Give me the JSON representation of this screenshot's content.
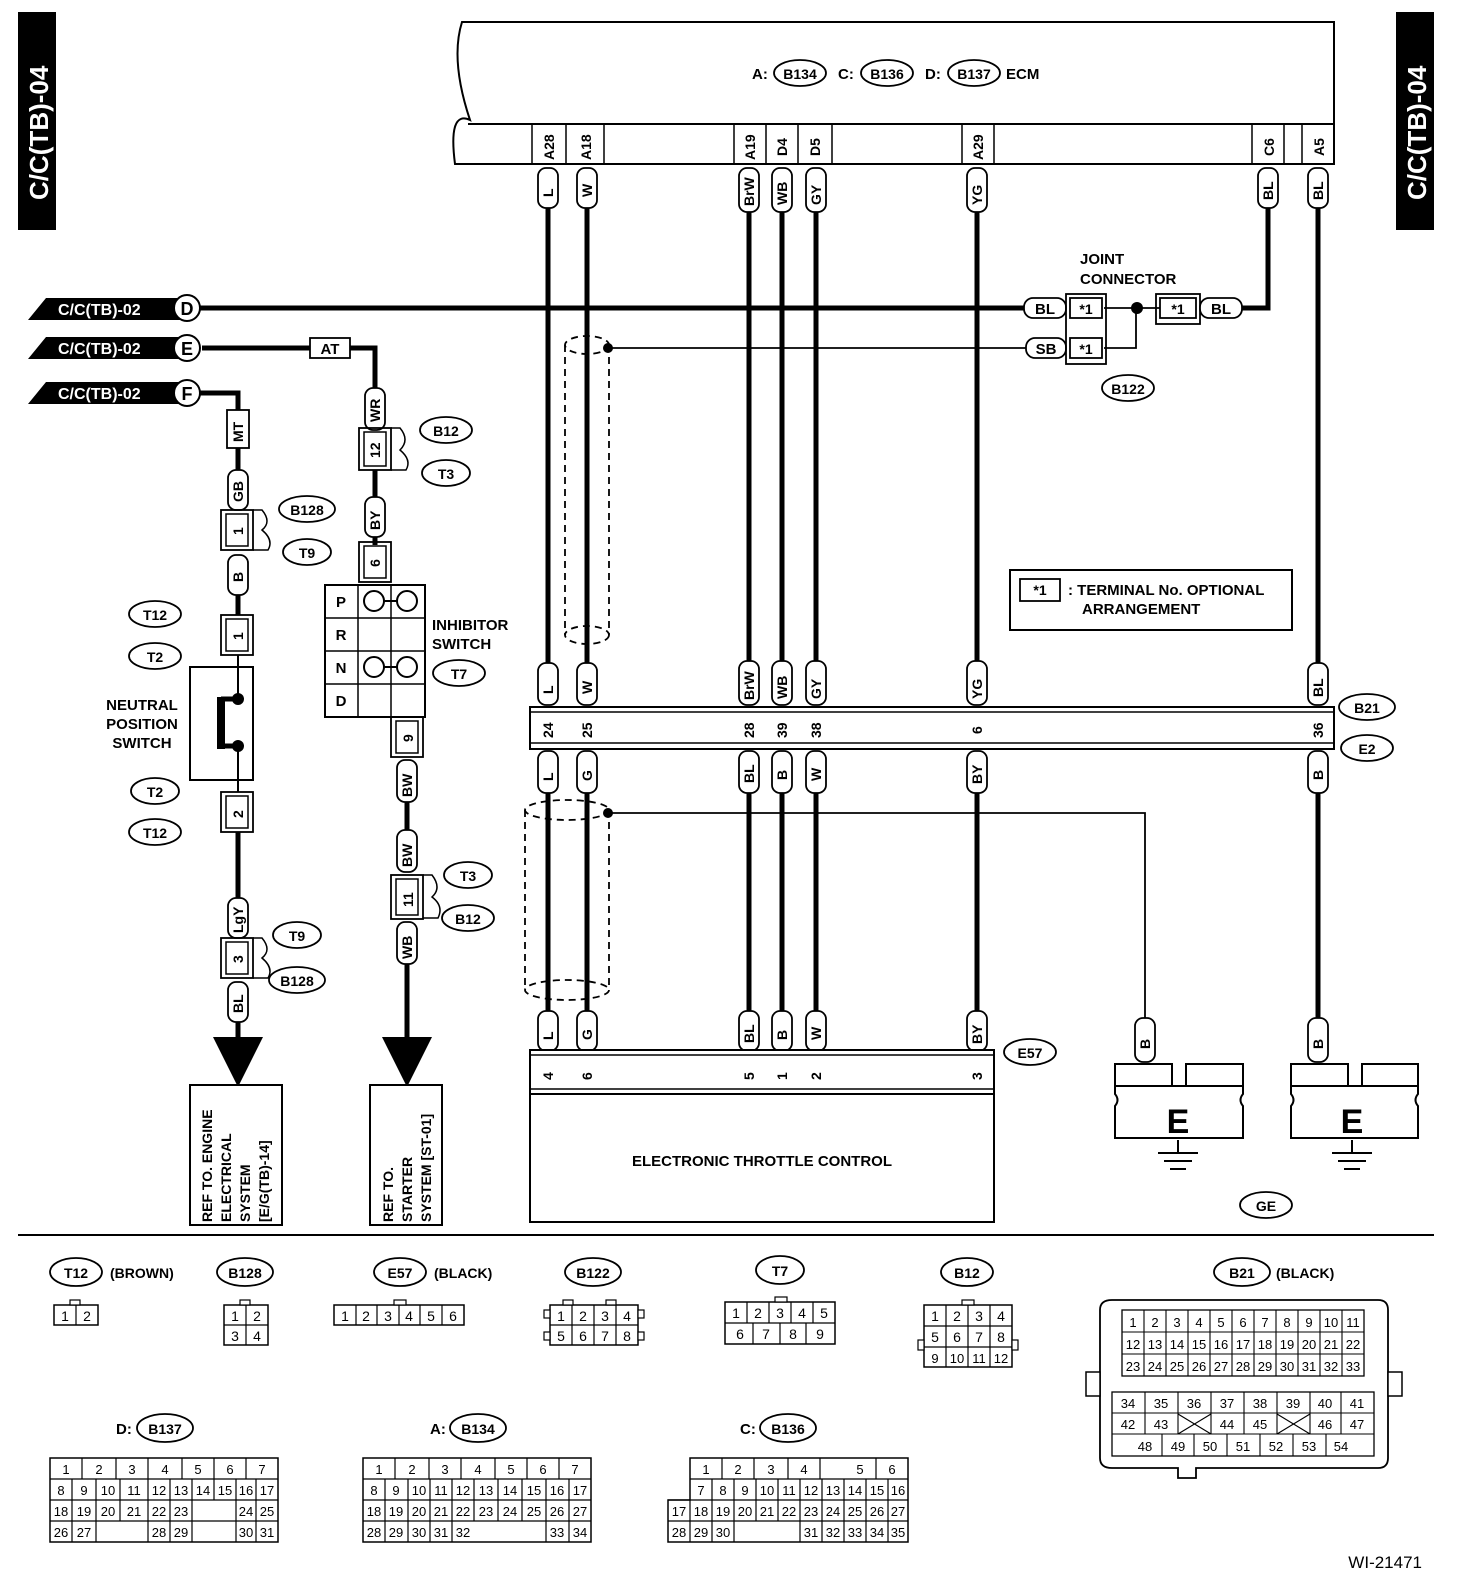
{
  "side_tabs": {
    "left": "C/C(TB)-04",
    "right": "C/C(TB)-04"
  },
  "ecm": {
    "conn_a": "A:",
    "conn_a_id": "B134",
    "conn_c": "C:",
    "conn_c_id": "B136",
    "conn_d": "D:",
    "conn_d_id": "B137",
    "label": "ECM"
  },
  "ecm_pins": [
    {
      "pin": "A28",
      "color": "L"
    },
    {
      "pin": "A18",
      "color": "W"
    },
    {
      "pin": "A19",
      "color": "BrW"
    },
    {
      "pin": "D4",
      "color": "WB"
    },
    {
      "pin": "D5",
      "color": "GY"
    },
    {
      "pin": "A29",
      "color": "YG"
    },
    {
      "pin": "C6",
      "color": "BL"
    },
    {
      "pin": "A5",
      "color": "BL"
    }
  ],
  "refs": {
    "d_text": "C/C(TB)-02",
    "d_letter": "D",
    "e_text": "C/C(TB)-02",
    "e_letter": "E",
    "f_text": "C/C(TB)-02",
    "f_letter": "F"
  },
  "joint": {
    "title1": "JOINT",
    "title2": "CONNECTOR",
    "bl_left": "BL",
    "sb_left": "SB",
    "star1": "*1",
    "bl_right": "BL",
    "id": "B122"
  },
  "left_branch": {
    "at": "AT",
    "wr": "WR",
    "b12": "B12",
    "t3": "T3",
    "pin12": "12",
    "by": "BY",
    "pin6": "6",
    "mt": "MT",
    "gb": "GB",
    "b128": "B128",
    "pin1": "1",
    "t9": "T9",
    "b": "B",
    "t12": "T12",
    "t2": "T2",
    "pin2": "2",
    "lgy": "LgY",
    "pin3": "3",
    "bl": "BL",
    "pin9": "9",
    "bw": "BW",
    "pin11": "11",
    "wb": "WB"
  },
  "inhibitor": {
    "title1": "INHIBITOR",
    "title2": "SWITCH",
    "id": "T7",
    "rows": [
      "P",
      "R",
      "N",
      "D"
    ]
  },
  "neutral": {
    "line1": "NEUTRAL",
    "line2": "POSITION",
    "line3": "SWITCH"
  },
  "ref_engine": [
    "REF TO. ENGINE",
    "ELECTRICAL",
    "SYSTEM",
    "[E/G(TB)-14]"
  ],
  "ref_starter": [
    "REF TO.",
    "STARTER",
    "SYSTEM [ST-01]"
  ],
  "legend_box": {
    "star": "*1",
    "line1": ": TERMINAL No. OPTIONAL",
    "line2": "ARRANGEMENT"
  },
  "b21_row": {
    "id1": "B21",
    "id2": "E2",
    "upper": [
      "L",
      "W",
      "BrW",
      "WB",
      "GY",
      "YG",
      "BL"
    ],
    "pins": [
      "24",
      "25",
      "28",
      "39",
      "38",
      "6",
      "36"
    ],
    "lower": [
      "L",
      "G",
      "BL",
      "B",
      "W",
      "BY",
      "B"
    ]
  },
  "etc": {
    "id": "E57",
    "label": "ELECTRONIC THROTTLE CONTROL",
    "colors": [
      "L",
      "G",
      "BL",
      "B",
      "W",
      "BY"
    ],
    "pins": [
      "4",
      "6",
      "5",
      "1",
      "2",
      "3"
    ]
  },
  "ground": {
    "b1": "B",
    "b2": "B",
    "e1": "E",
    "e2": "E",
    "ge": "GE"
  },
  "connectors": {
    "t12": {
      "id": "T12",
      "note": "(BROWN)"
    },
    "b128": {
      "id": "B128"
    },
    "e57": {
      "id": "E57",
      "note": "(BLACK)"
    },
    "b122": {
      "id": "B122"
    },
    "t7": {
      "id": "T7"
    },
    "b12": {
      "id": "B12"
    },
    "b21": {
      "id": "B21",
      "note": "(BLACK)"
    },
    "b137": {
      "prefix": "D:",
      "id": "B137"
    },
    "b134": {
      "prefix": "A:",
      "id": "B134"
    },
    "b136": {
      "prefix": "C:",
      "id": "B136"
    }
  },
  "footer_id": "WI-21471"
}
